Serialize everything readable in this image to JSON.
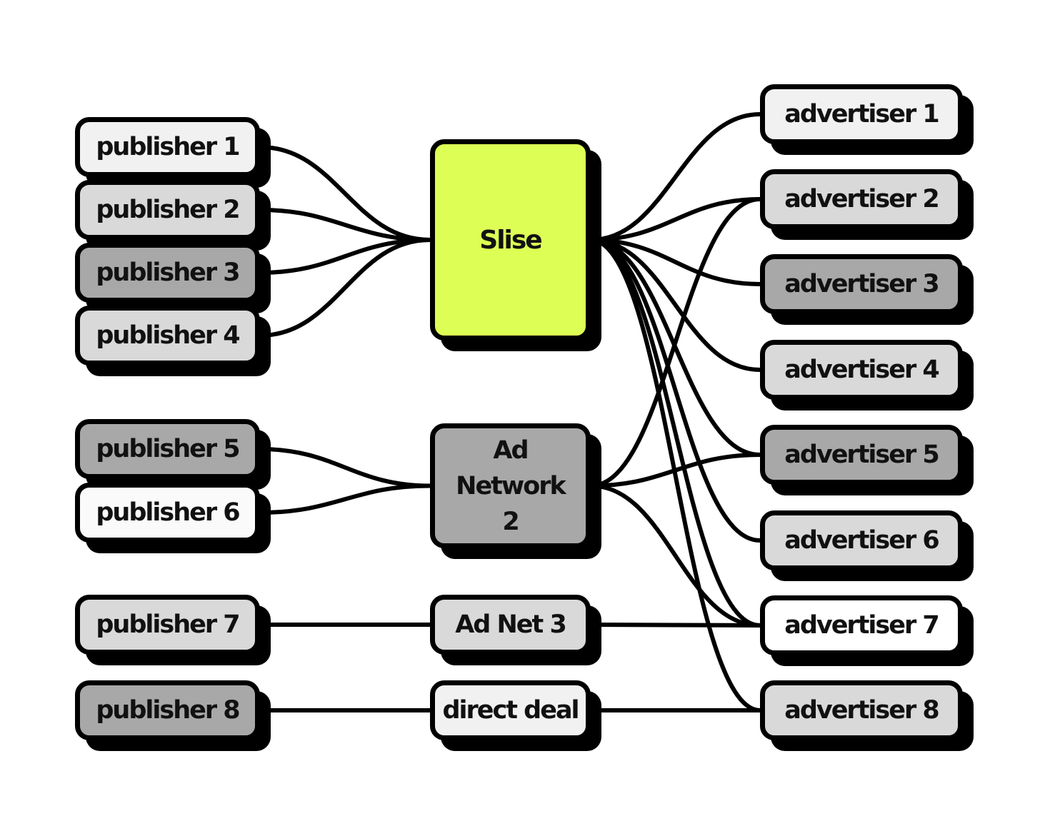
{
  "colors": {
    "stroke": "#000000",
    "slise": "#ddff55",
    "light": "#f1f1f1",
    "mid": "#d9d9d9",
    "dark": "#a8a8a8",
    "white": "#fafafa"
  },
  "nodes": {
    "publisher_1": {
      "label": "publisher 1",
      "fill": "#f1f1f1"
    },
    "publisher_2": {
      "label": "publisher 2",
      "fill": "#d9d9d9"
    },
    "publisher_3": {
      "label": "publisher 3",
      "fill": "#a8a8a8"
    },
    "publisher_4": {
      "label": "publisher 4",
      "fill": "#d9d9d9"
    },
    "publisher_5": {
      "label": "publisher 5",
      "fill": "#a8a8a8"
    },
    "publisher_6": {
      "label": "publisher 6",
      "fill": "#fafafa"
    },
    "publisher_7": {
      "label": "publisher 7",
      "fill": "#d9d9d9"
    },
    "publisher_8": {
      "label": "publisher 8",
      "fill": "#a8a8a8"
    },
    "slise": {
      "label": "Slise",
      "fill": "#ddff55"
    },
    "ad_network_2": {
      "label": "Ad Network 2",
      "fill": "#a8a8a8"
    },
    "ad_net_3": {
      "label": "Ad Net 3",
      "fill": "#d9d9d9"
    },
    "direct_deal": {
      "label": "direct deal",
      "fill": "#f1f1f1"
    },
    "advertiser_1": {
      "label": "advertiser 1",
      "fill": "#f1f1f1"
    },
    "advertiser_2": {
      "label": "advertiser 2",
      "fill": "#d9d9d9"
    },
    "advertiser_3": {
      "label": "advertiser 3",
      "fill": "#a8a8a8"
    },
    "advertiser_4": {
      "label": "advertiser 4",
      "fill": "#d9d9d9"
    },
    "advertiser_5": {
      "label": "advertiser 5",
      "fill": "#a8a8a8"
    },
    "advertiser_6": {
      "label": "advertiser 6",
      "fill": "#d9d9d9"
    },
    "advertiser_7": {
      "label": "advertiser 7",
      "fill": "#ffffff"
    },
    "advertiser_8": {
      "label": "advertiser 8",
      "fill": "#d9d9d9"
    }
  },
  "edges": [
    {
      "from": "publisher_1",
      "to": "slise"
    },
    {
      "from": "publisher_2",
      "to": "slise"
    },
    {
      "from": "publisher_3",
      "to": "slise"
    },
    {
      "from": "publisher_4",
      "to": "slise"
    },
    {
      "from": "publisher_5",
      "to": "ad_network_2"
    },
    {
      "from": "publisher_6",
      "to": "ad_network_2"
    },
    {
      "from": "publisher_7",
      "to": "ad_net_3"
    },
    {
      "from": "publisher_8",
      "to": "direct_deal"
    },
    {
      "from": "slise",
      "to": "advertiser_1"
    },
    {
      "from": "slise",
      "to": "advertiser_2"
    },
    {
      "from": "slise",
      "to": "advertiser_3"
    },
    {
      "from": "slise",
      "to": "advertiser_4"
    },
    {
      "from": "slise",
      "to": "advertiser_5"
    },
    {
      "from": "slise",
      "to": "advertiser_6"
    },
    {
      "from": "slise",
      "to": "advertiser_7"
    },
    {
      "from": "slise",
      "to": "advertiser_8"
    },
    {
      "from": "ad_network_2",
      "to": "advertiser_2"
    },
    {
      "from": "ad_network_2",
      "to": "advertiser_5"
    },
    {
      "from": "ad_network_2",
      "to": "advertiser_7"
    },
    {
      "from": "ad_net_3",
      "to": "advertiser_7"
    },
    {
      "from": "direct_deal",
      "to": "advertiser_8"
    }
  ]
}
